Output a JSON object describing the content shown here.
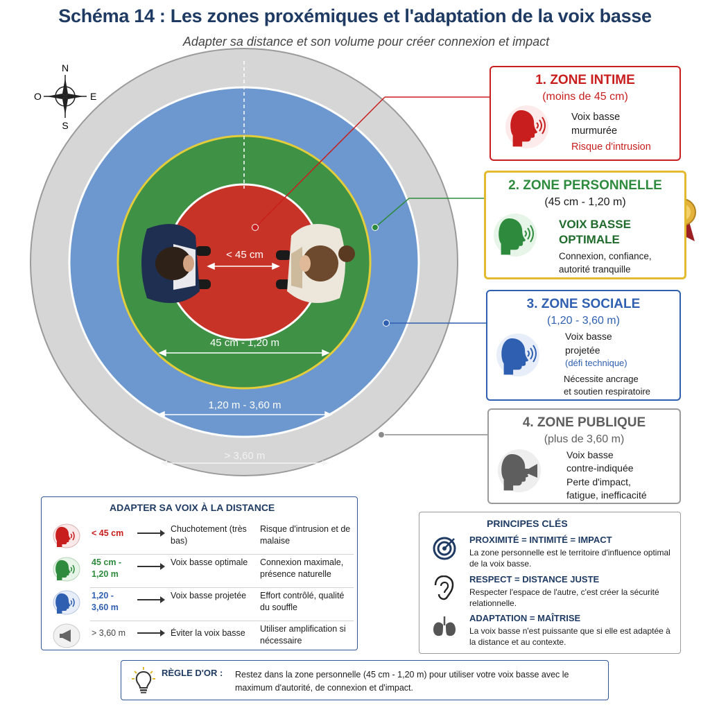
{
  "header": {
    "title": "Schéma 14 : Les zones proxémiques et l'adaptation de la voix basse",
    "subtitle": "Adapter sa distance et son volume pour créer connexion et impact"
  },
  "compass": {
    "n": "N",
    "s": "S",
    "e": "E",
    "o": "O"
  },
  "rings": {
    "intime": "< 45 cm",
    "personnelle": "45 cm - 1,20 m",
    "sociale": "1,20 m - 3,60 m",
    "publique": "> 3,60 m"
  },
  "colors": {
    "intime": "#c81e1e",
    "personnelle": "#2e8b3d",
    "sociale": "#2f5fb0",
    "publique": "#8a8a8a",
    "gold": "#e0b030"
  },
  "zones": [
    {
      "title": "1. ZONE INTIME",
      "range": "(moins de 45 cm)",
      "line1": "Voix basse",
      "line2": "murmurée",
      "line3": "Risque d'intrusion",
      "icon": "speaking-head-icon"
    },
    {
      "title": "2. ZONE PERSONNELLE",
      "range": "(45 cm - 1,20 m)",
      "line1": "VOIX BASSE",
      "line2": "OPTIMALE",
      "line3": "Connexion, confiance,",
      "line4": "autorité tranquille",
      "icon": "speaking-head-icon",
      "badge": "medal-icon"
    },
    {
      "title": "3. ZONE SOCIALE",
      "range": "(1,20 - 3,60 m)",
      "line1": "Voix basse",
      "line2": "projetée",
      "line3": "(défi technique)",
      "line4": "Nécessite ancrage",
      "line5": "et soutien respiratoire",
      "icon": "speaking-head-icon"
    },
    {
      "title": "4. ZONE PUBLIQUE",
      "range": "(plus de 3,60 m)",
      "line1": "Voix basse",
      "line2": "contre-indiquée",
      "line3": "Perte d'impact,",
      "line4": "fatigue, inefficacité",
      "icon": "megaphone-head-icon"
    }
  ],
  "table": {
    "title": "ADAPTER SA VOIX À LA DISTANCE",
    "rows": [
      {
        "range": "< 45 cm",
        "voice": "Chuchotement (très bas)",
        "effect": "Risque d'intrusion et de malaise"
      },
      {
        "range": "45 cm - 1,20 m",
        "voice": "Voix basse optimale",
        "effect": "Connexion maximale, présence naturelle"
      },
      {
        "range": "1,20 - 3,60 m",
        "voice": "Voix basse projetée",
        "effect": "Effort contrôlé, qualité du souffle"
      },
      {
        "range": "> 3,60 m",
        "voice": "Éviter la voix basse",
        "effect": "Utiliser amplification si nécessaire"
      }
    ]
  },
  "principles": {
    "title": "PRINCIPES CLÉS",
    "items": [
      {
        "head": "PROXIMITÉ = INTIMITÉ = IMPACT",
        "text": "La zone personnelle est le territoire d'influence optimal de la voix basse.",
        "icon": "target-icon"
      },
      {
        "head": "RESPECT = DISTANCE JUSTE",
        "text": "Respecter l'espace de l'autre, c'est créer la sécurité relationnelle.",
        "icon": "ear-icon"
      },
      {
        "head": "ADAPTATION = MAÎTRISE",
        "text": "La voix basse n'est puissante que si elle est adaptée à la distance et au contexte.",
        "icon": "lungs-icon"
      }
    ]
  },
  "rule": {
    "title": "RÈGLE D'OR :",
    "text": "Restez dans la zone personnelle (45 cm - 1,20 m) pour utiliser votre voix basse avec le maximum d'autorité, de connexion et d'impact."
  }
}
